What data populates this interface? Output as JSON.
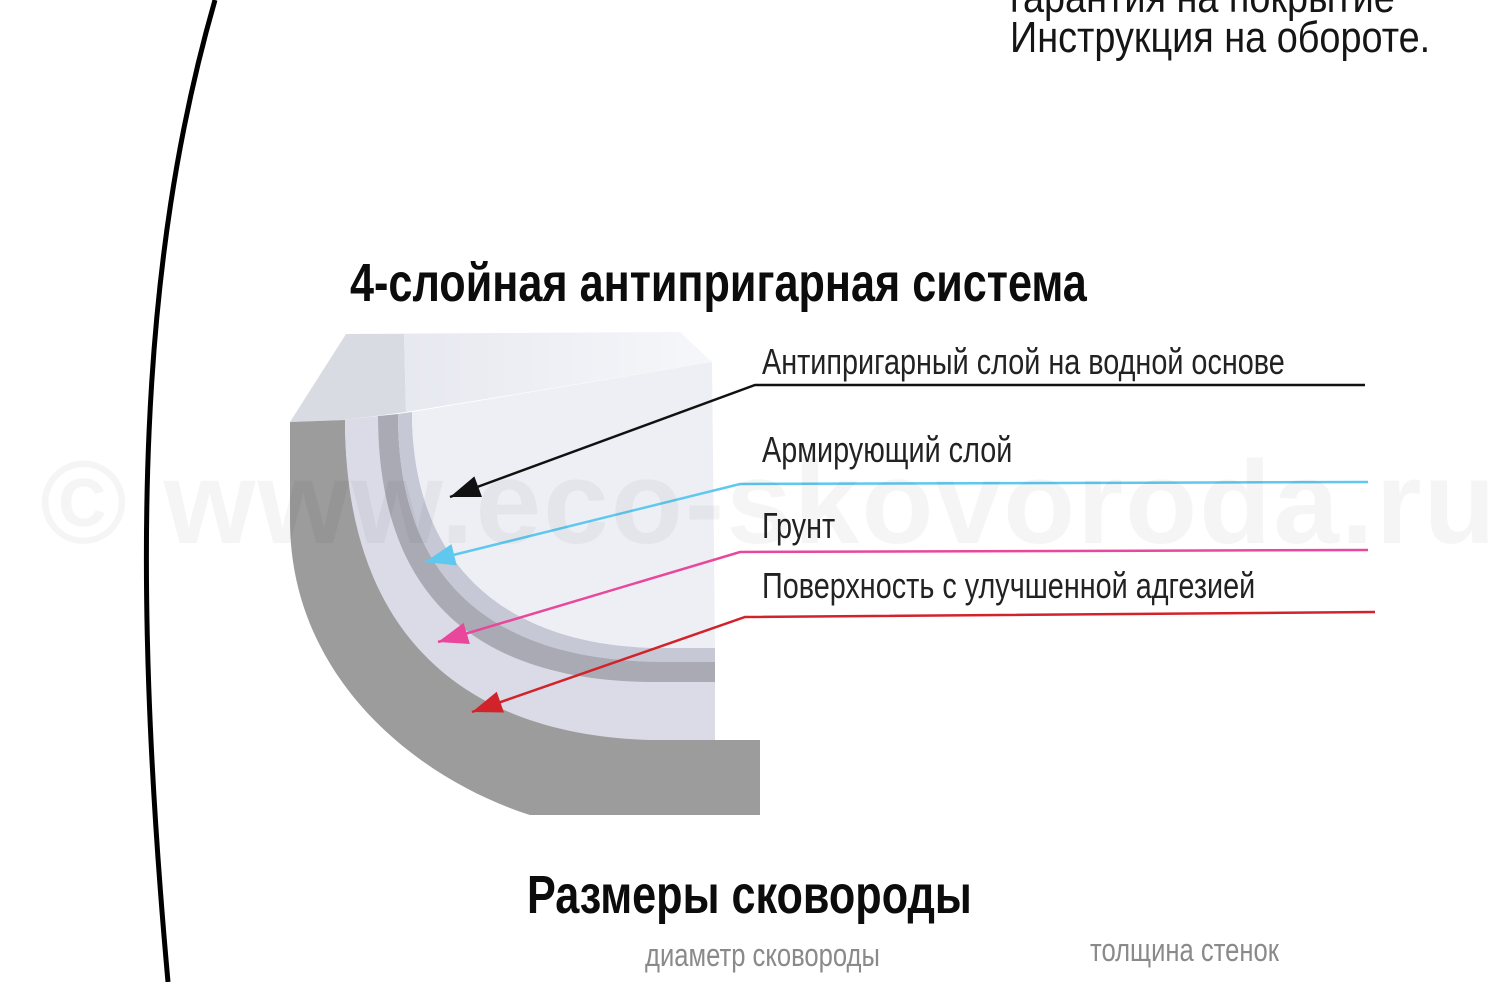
{
  "top_note": {
    "partial_line": "гарантия на покрытие",
    "line": "Инструкция на обороте."
  },
  "layers_section": {
    "title": "4-слойная антипригарная  система",
    "layers": [
      {
        "label": "Антипригарный слой на водной основе",
        "color": "#111111"
      },
      {
        "label": "Армирующий слой",
        "color": "#5fc8ef"
      },
      {
        "label": "Грунт",
        "color": "#e8479c"
      },
      {
        "label": "Поверхность с улучшенной адгезией",
        "color": "#d2232a"
      }
    ]
  },
  "sizes_section": {
    "title": "Размеры сковороды",
    "columns": [
      "диаметр сковороды",
      "толщина стенок"
    ]
  },
  "watermark": "© www.eco-skovoroda.ru",
  "colors": {
    "pan_outer": "#9b9b9b",
    "pan_band": "#dcdde6",
    "pan_inner": "#eef0f6",
    "frame_arc": "#000000"
  }
}
